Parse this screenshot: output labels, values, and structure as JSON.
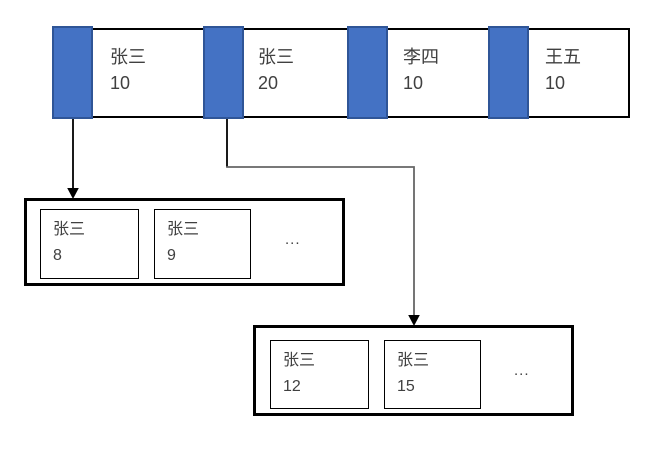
{
  "diagram": {
    "colors": {
      "pointer_block_fill": "#4472C4",
      "pointer_block_border": "#2F5597",
      "box_border": "#000000",
      "connector_black": "#000000",
      "connector_gray": "#666666",
      "text": "#404040"
    },
    "index_row": {
      "entries": [
        {
          "name": "张三",
          "count": "10"
        },
        {
          "name": "张三",
          "count": "20"
        },
        {
          "name": "李四",
          "count": "10"
        },
        {
          "name": "王五",
          "count": "10"
        }
      ]
    },
    "posting_lists": [
      {
        "items": [
          {
            "name": "张三",
            "value": "8"
          },
          {
            "name": "张三",
            "value": "9"
          }
        ],
        "more": "..."
      },
      {
        "items": [
          {
            "name": "张三",
            "value": "12"
          },
          {
            "name": "张三",
            "value": "15"
          }
        ],
        "more": "..."
      }
    ]
  }
}
